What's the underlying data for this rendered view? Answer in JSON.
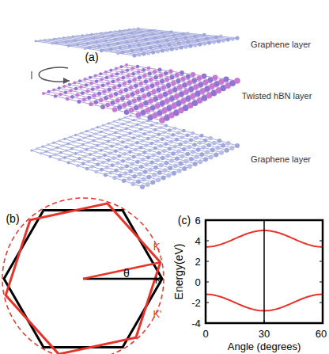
{
  "diagram": {
    "labels": [
      "(a)",
      "Graphene layer",
      "Twisted hBN layer",
      "Graphene layer",
      "(b)",
      "K",
      "K",
      "K'",
      "θ",
      "(c)",
      "Energy(eV)",
      "6",
      "4",
      "2",
      "0",
      "-2",
      "-4",
      "0",
      "30",
      "60",
      "Angle (degrees)"
    ]
  }
}
